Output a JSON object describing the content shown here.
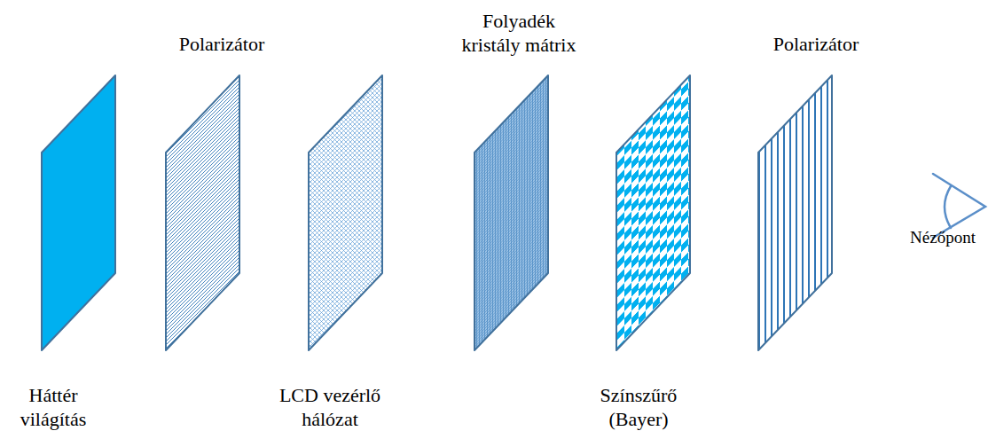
{
  "diagram": {
    "labels": [
      "Polarizátor",
      "Folyadék kristály mátrix",
      "Polarizátor",
      "Háttér világítás",
      "LCD vezérlő hálózat",
      "Színszűrő (Bayer)",
      "Nézőpont"
    ]
  }
}
